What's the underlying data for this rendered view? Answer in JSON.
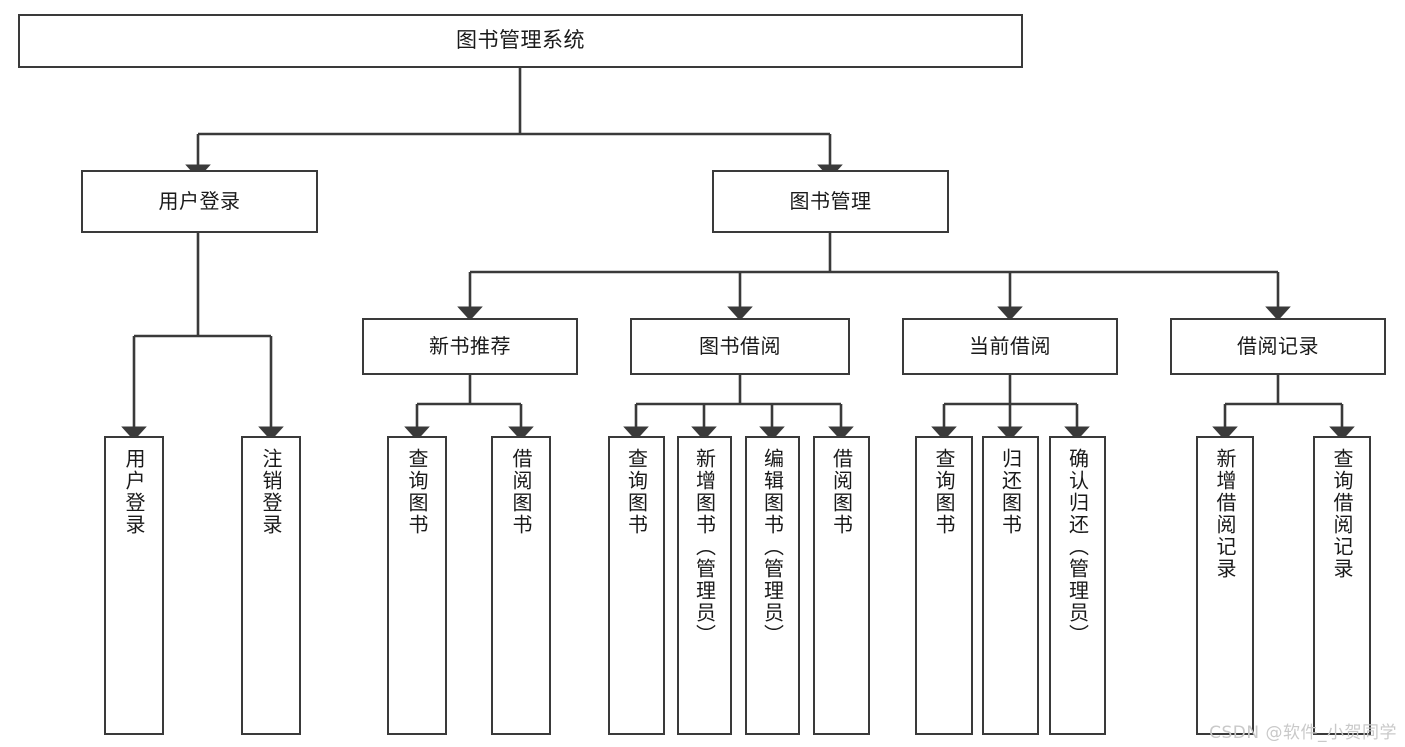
{
  "diagram": {
    "type": "tree",
    "title": "图书管理系统",
    "colors": {
      "background": "#ffffff",
      "box_fill": "#ffffff",
      "box_stroke": "#3a3a3a",
      "connector": "#3a3a3a",
      "text": "#1a1a1a",
      "watermark": "#c9c9c9"
    },
    "root": {
      "label": "图书管理系统"
    },
    "level2": [
      {
        "label": "用户登录"
      },
      {
        "label": "图书管理"
      }
    ],
    "level3": [
      {
        "label": "新书推荐"
      },
      {
        "label": "图书借阅"
      },
      {
        "label": "当前借阅"
      },
      {
        "label": "借阅记录"
      }
    ],
    "leaves": {
      "user_login": [
        {
          "label": "用户登录"
        },
        {
          "label": "注销登录"
        }
      ],
      "new_book": [
        {
          "label": "查询图书"
        },
        {
          "label": "借阅图书"
        }
      ],
      "book_borrow": [
        {
          "label": "查询图书"
        },
        {
          "label": "新增图书（管理员）"
        },
        {
          "label": "编辑图书（管理员）"
        },
        {
          "label": "借阅图书"
        }
      ],
      "current_borrow": [
        {
          "label": "查询图书"
        },
        {
          "label": "归还图书"
        },
        {
          "label": "确认归还（管理员）"
        }
      ],
      "borrow_record": [
        {
          "label": "新增借阅记录"
        },
        {
          "label": "查询借阅记录"
        }
      ]
    }
  },
  "watermark": {
    "text": "CSDN @软件_小贺同学"
  }
}
